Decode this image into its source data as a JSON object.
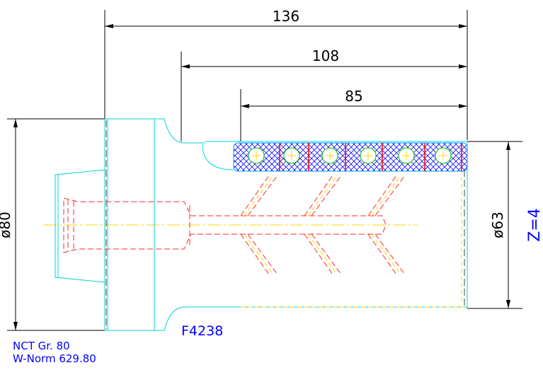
{
  "dimensions": {
    "overall_length": "136",
    "mid_length": "108",
    "knife_length": "85",
    "body_diameter": "ø80",
    "knife_diameter": "ø63"
  },
  "part_code": "F4238",
  "tool_spec": {
    "line1": "NCT Gr. 80",
    "line2": "W-Norm 629.80"
  },
  "insert_count": "Z=4",
  "colors": {
    "outline": "#00d4d4",
    "dimension": "#000000",
    "hidden": "#ff2a2a",
    "centerline": "#ffd400",
    "hatch_blue": "#0000ff",
    "hatch_red": "#ff0000",
    "text_blue": "#0000ff"
  }
}
